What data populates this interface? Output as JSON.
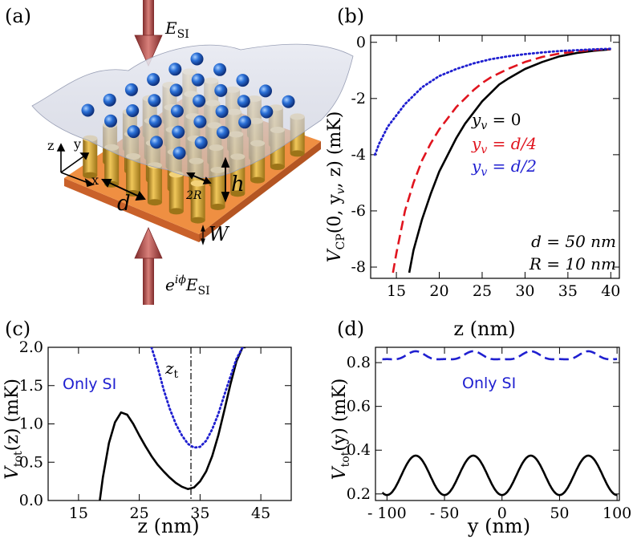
{
  "figure": {
    "panel_a": {
      "label": "(a)",
      "top_arrow_label": "E",
      "top_arrow_sub": "SI",
      "bottom_arrow_prefix": "e",
      "bottom_arrow_sup": "iϕ",
      "bottom_arrow_label": "E",
      "bottom_arrow_sub": "SI",
      "axis_z": "z",
      "axis_y": "y",
      "axis_x": "x",
      "dim_d": "d",
      "dim_2R": "2R",
      "dim_h": "h",
      "dim_W": "W"
    },
    "colors": {
      "black": "#000000",
      "red": "#e0141e",
      "blue": "#1f1fd0",
      "arrow": "#a8403f",
      "substrate": "#e8883c",
      "pillar": "#d4a22a",
      "atom": "#2a6fd6"
    }
  },
  "chart_data": [
    {
      "panel": "(b)",
      "type": "line",
      "xlabel": "z (nm)",
      "ylabel": "V_CP(0, y_v, z) (mK)",
      "ylabel_parts": {
        "main": "V",
        "sub": "CP",
        "args": "(0, y",
        "args_sub": "v",
        "args_end": ", z) (mK)"
      },
      "xlim": [
        12,
        41
      ],
      "ylim": [
        -8.4,
        0.25
      ],
      "xticks": [
        15,
        20,
        25,
        30,
        35,
        40
      ],
      "yticks": [
        0,
        -2,
        -4,
        -6,
        -8
      ],
      "ytick_labels": [
        "0",
        "-2",
        "-4",
        "-6",
        "-8"
      ],
      "annotations": [
        "d = 50 nm",
        "R = 10 nm"
      ],
      "series": [
        {
          "name": "y_v = 0",
          "legend_main": "y",
          "legend_sub": "v",
          "legend_rhs": " = 0",
          "color": "#000000",
          "style": "solid",
          "x": [
            16.5,
            17,
            18,
            19,
            20,
            21,
            22,
            23,
            24,
            25,
            26,
            27,
            28,
            30,
            32,
            34,
            36,
            38,
            40
          ],
          "y": [
            -8.2,
            -7.4,
            -6.3,
            -5.4,
            -4.6,
            -4.0,
            -3.4,
            -2.9,
            -2.5,
            -2.1,
            -1.8,
            -1.5,
            -1.3,
            -0.95,
            -0.7,
            -0.5,
            -0.38,
            -0.3,
            -0.25
          ]
        },
        {
          "name": "y_v = d/4",
          "legend_main": "y",
          "legend_sub": "v",
          "legend_rhs": " = d/4",
          "color": "#e0141e",
          "style": "dashed",
          "x": [
            14.6,
            15,
            16,
            17,
            18,
            19,
            20,
            21,
            22,
            23,
            24,
            25,
            26,
            28,
            30,
            32,
            34,
            36,
            38,
            40
          ],
          "y": [
            -8.2,
            -7.5,
            -6.0,
            -5.0,
            -4.2,
            -3.6,
            -3.1,
            -2.7,
            -2.3,
            -2.0,
            -1.7,
            -1.45,
            -1.25,
            -0.95,
            -0.7,
            -0.52,
            -0.4,
            -0.32,
            -0.27,
            -0.24
          ]
        },
        {
          "name": "y_v = d/2",
          "legend_main": "y",
          "legend_sub": "v",
          "legend_rhs": " = d/2",
          "color": "#1f1fd0",
          "style": "dotted",
          "x": [
            12.5,
            13,
            14,
            15,
            16,
            17,
            18,
            19,
            20,
            22,
            24,
            26,
            28,
            30,
            32,
            34,
            36,
            38,
            40
          ],
          "y": [
            -4.0,
            -3.6,
            -3.0,
            -2.6,
            -2.2,
            -1.9,
            -1.6,
            -1.4,
            -1.2,
            -0.95,
            -0.75,
            -0.6,
            -0.5,
            -0.42,
            -0.36,
            -0.31,
            -0.28,
            -0.25,
            -0.23
          ]
        }
      ]
    },
    {
      "panel": "(c)",
      "type": "line",
      "xlabel": "z (nm)",
      "ylabel": "V_tot(z) (mK)",
      "ylabel_parts": {
        "main": "V",
        "sub": "tot",
        "args": "(z) (mK)"
      },
      "xlim": [
        10,
        50
      ],
      "ylim": [
        0,
        2.0
      ],
      "xticks": [
        15,
        25,
        35,
        45
      ],
      "yticks": [
        0,
        0.5,
        1.0,
        1.5,
        2.0
      ],
      "ytick_labels": [
        "0.0",
        "0.5",
        "1.0",
        "1.5",
        "2.0"
      ],
      "annotation_main": "z",
      "annotation_sub": "t",
      "vline_x": 33.5,
      "only_si_label": "Only SI",
      "series": [
        {
          "name": "total",
          "color": "#000000",
          "style": "solid",
          "x": [
            18.5,
            19,
            20,
            21,
            22,
            23,
            24,
            25,
            26,
            27,
            28,
            29,
            30,
            31,
            32,
            33,
            34,
            35,
            36,
            37,
            38,
            39,
            40,
            41,
            42,
            42.5
          ],
          "y": [
            0.0,
            0.3,
            0.75,
            1.02,
            1.15,
            1.12,
            1.0,
            0.85,
            0.71,
            0.58,
            0.47,
            0.38,
            0.3,
            0.23,
            0.18,
            0.15,
            0.17,
            0.25,
            0.38,
            0.58,
            0.85,
            1.18,
            1.52,
            1.82,
            2.0,
            2.0
          ]
        },
        {
          "name": "Only SI",
          "color": "#1f1fd0",
          "style": "dotted",
          "x": [
            27,
            28,
            29,
            30,
            31,
            32,
            33,
            34,
            35,
            36,
            37,
            38,
            39,
            40,
            41,
            42
          ],
          "y": [
            2.0,
            1.75,
            1.45,
            1.2,
            1.0,
            0.85,
            0.74,
            0.69,
            0.7,
            0.78,
            0.93,
            1.13,
            1.38,
            1.62,
            1.85,
            2.0
          ]
        }
      ]
    },
    {
      "panel": "(d)",
      "type": "line",
      "xlabel": "y (nm)",
      "ylabel": "V_tot(y) (mK)",
      "ylabel_parts": {
        "main": "V",
        "sub": "tot",
        "args": "(y) (mK)"
      },
      "xlim": [
        -110,
        102
      ],
      "ylim": [
        0.17,
        0.87
      ],
      "xticks": [
        -100,
        -50,
        0,
        50,
        100
      ],
      "xtick_labels": [
        "- 100",
        "- 50",
        "0",
        "50",
        "100"
      ],
      "yticks": [
        0.2,
        0.4,
        0.6,
        0.8
      ],
      "ytick_labels": [
        "0.2",
        "0.4",
        "0.6",
        "0.8"
      ],
      "only_si_label": "Only SI",
      "series": [
        {
          "name": "total",
          "color": "#000000",
          "style": "solid",
          "kind": "cosine",
          "mean": 0.285,
          "amp": 0.09,
          "period": 50,
          "phase": 25,
          "x0": -104,
          "x1": 100
        },
        {
          "name": "Only SI",
          "color": "#1f1fd0",
          "style": "dashed",
          "kind": "cosine2",
          "mean": 0.828,
          "amp": 0.018,
          "amp2": 0.006,
          "period": 50,
          "phase": 25,
          "x0": -104,
          "x1": 100
        }
      ]
    }
  ]
}
